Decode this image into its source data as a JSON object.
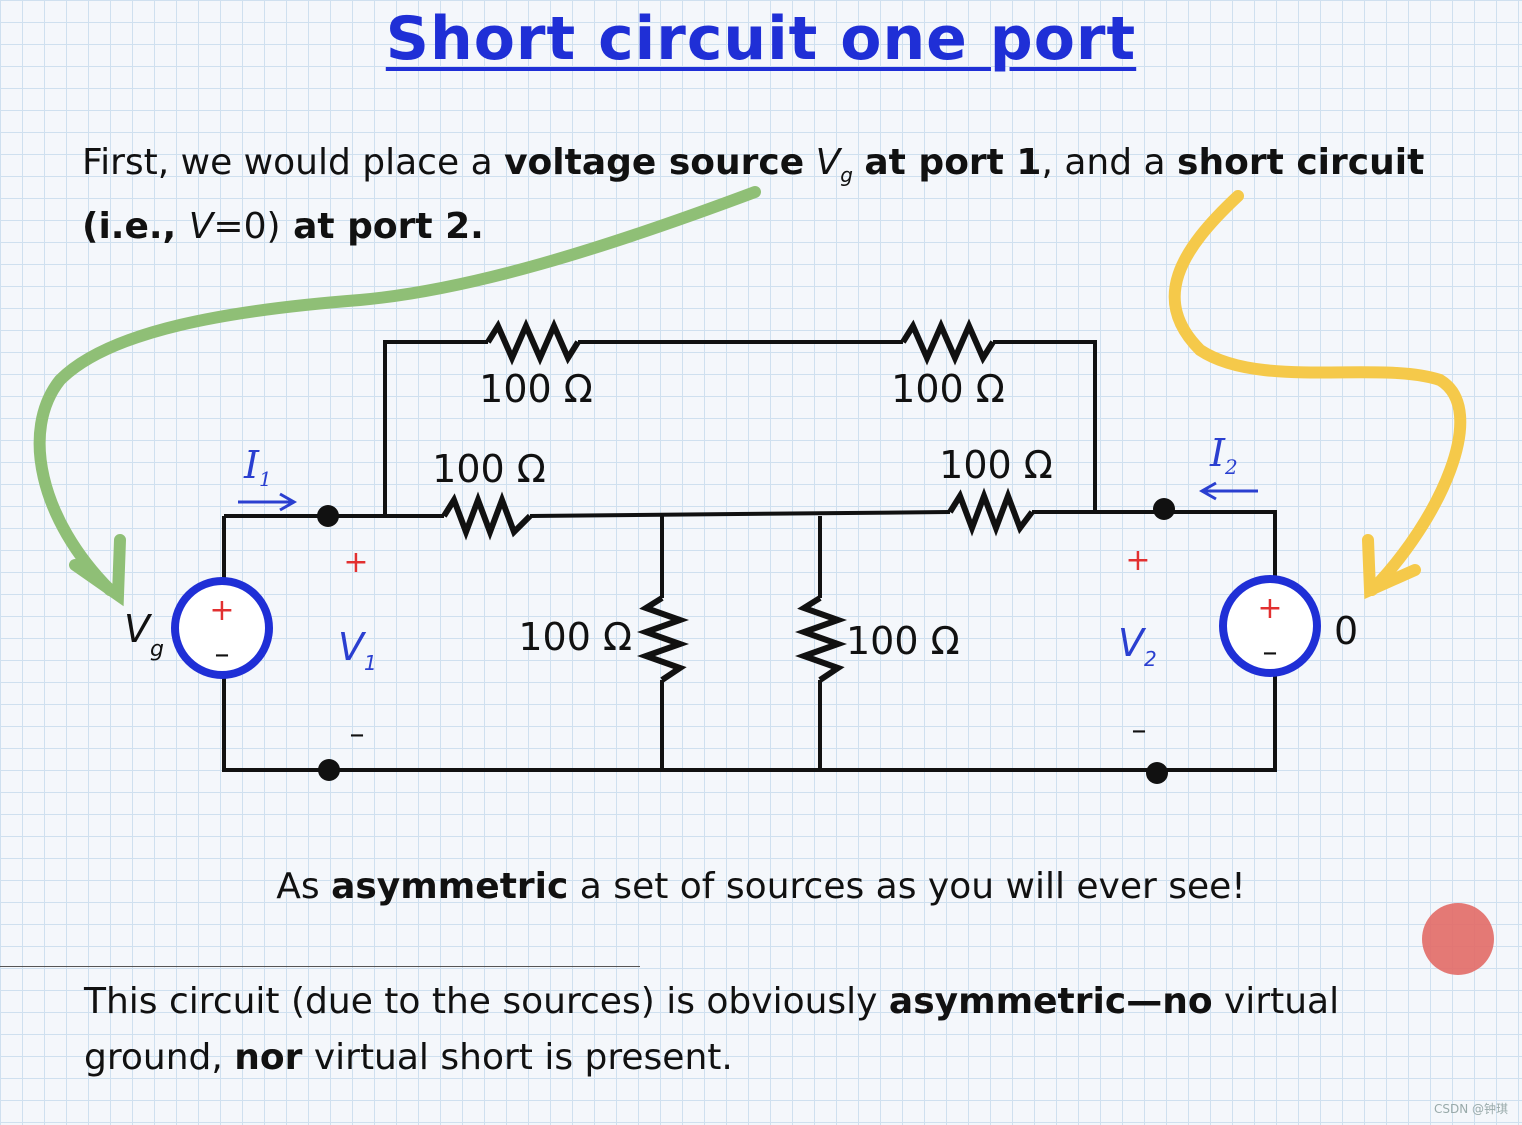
{
  "title": "Short circuit one port",
  "paragraph1": {
    "line1": {
      "t1": "First, we would place a ",
      "b1": "voltage source",
      "vg_v": "V",
      "vg_sub": "g",
      "b2": "at port 1",
      "t2": ", and a ",
      "b3": "short circuit"
    },
    "line2": {
      "p1": "(i.e., ",
      "v": "V",
      "eq": "=0)",
      "b1": " at port 2."
    }
  },
  "circuit": {
    "resistor_label": "100 Ω",
    "source_left_label": "V",
    "source_left_sub": "g",
    "source_right_label": "0",
    "plus": "+",
    "minus": "–",
    "i1": "I",
    "i1_sub": "1",
    "i2": "I",
    "i2_sub": "2",
    "v1": "V",
    "v1_sub": "1",
    "v2": "V",
    "v2_sub": "2",
    "colors": {
      "wire": "#111111",
      "source": "#1f2fd6",
      "label_blue": "#2a3fd0",
      "plus_red": "#e23030",
      "arrow_green": "#8fbf76",
      "arrow_yellow": "#f5c94a"
    }
  },
  "caption": {
    "t1": "As ",
    "b1": "asymmetric",
    "t2": " a set of sources as you will ever see!"
  },
  "note": {
    "t1": "This circuit (due to the sources) is obviously ",
    "b1": "asymmetric—no",
    "t2": " virtual",
    "t3": "ground, ",
    "b2": "nor",
    "t4": " virtual short is present."
  },
  "watermark": "CSDN @钟琪"
}
